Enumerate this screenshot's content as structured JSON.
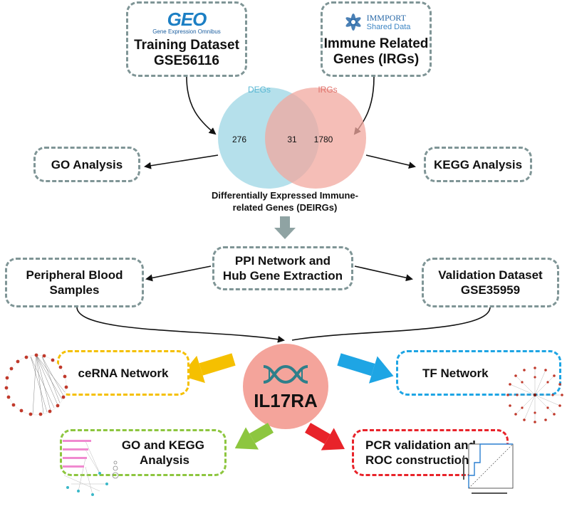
{
  "sources": {
    "geo": {
      "logo_text": "GEO",
      "logo_sub": "Gene Expression Omnibus",
      "title": "Training Dataset",
      "subtitle": "GSE56116"
    },
    "immport": {
      "logo_text": "IMMPORT",
      "logo_sub": "Shared Data",
      "title": "Immune Related",
      "subtitle": "Genes (IRGs)"
    }
  },
  "venn": {
    "left_label": "DEGs",
    "right_label": "IRGs",
    "left_only": "276",
    "overlap": "31",
    "right_only": "1780",
    "caption_line1": "Differentially Expressed Immune-",
    "caption_line2": "related Genes (DEIRGs)",
    "left_color": "#a8dbe8",
    "right_color": "#f2a89f"
  },
  "analyses": {
    "go": "GO Analysis",
    "kegg": "KEGG Analysis"
  },
  "ppi": {
    "line1": "PPI Network and",
    "line2": "Hub Gene Extraction"
  },
  "peripheral": {
    "line1": "Peripheral Blood",
    "line2": "Samples"
  },
  "validation": {
    "line1": "Validation Dataset",
    "line2": "GSE35959"
  },
  "hub_gene": {
    "label": "IL17RA",
    "color": "#f4a49b"
  },
  "outputs": {
    "cerna": {
      "label": "ceRNA Network",
      "color": "#f5c000"
    },
    "tf": {
      "label": "TF Network",
      "color": "#1ea5e4"
    },
    "gokegg": {
      "line1": "GO and KEGG",
      "line2": "Analysis",
      "color": "#8dc63f"
    },
    "pcr": {
      "line1": "PCR validation and",
      "line2": "ROC construction",
      "color": "#e8232a"
    }
  },
  "colors": {
    "border": "#7f9596",
    "arrow_grey": "#8fa3a3"
  }
}
